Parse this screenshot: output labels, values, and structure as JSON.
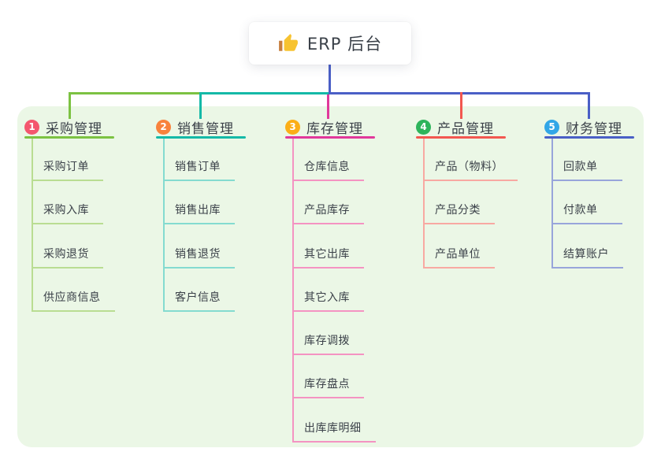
{
  "root": {
    "icon": "thumbs-up-icon",
    "title": "ERP 后台"
  },
  "branches": [
    {
      "badge": "1",
      "label": "采购管理",
      "children": [
        "采购订单",
        "采购入库",
        "采购退货",
        "供应商信息"
      ]
    },
    {
      "badge": "2",
      "label": "销售管理",
      "children": [
        "销售订单",
        "销售出库",
        "销售退货",
        "客户信息"
      ]
    },
    {
      "badge": "3",
      "label": "库存管理",
      "children": [
        "仓库信息",
        "产品库存",
        "其它出库",
        "其它入库",
        "库存调拨",
        "库存盘点",
        "出库库明细"
      ]
    },
    {
      "badge": "4",
      "label": "产品管理",
      "children": [
        "产品（物料）",
        "产品分类",
        "产品单位"
      ]
    },
    {
      "badge": "5",
      "label": "财务管理",
      "children": [
        "回款单",
        "付款单",
        "结算账户"
      ]
    }
  ],
  "colors": {
    "panel": "#ebf7e6",
    "text_dark": "#3b4149",
    "root_blue": "#4a5fc6",
    "b1": "#7cc242",
    "b1_light": "#b9dd92",
    "b1_badge": "#f4566e",
    "b2": "#14b9a7",
    "b2_light": "#84dbd0",
    "b2_badge": "#f8823c",
    "b3": "#e1389b",
    "b3_light": "#f493c2",
    "b3_badge": "#fbae17",
    "b4": "#f25750",
    "b4_light": "#f8a9a2",
    "b4_badge": "#2db45b",
    "b5": "#4a5fc6",
    "b5_light": "#98a5db",
    "b5_badge": "#31a6e7",
    "thumb_hand": "#f7c331",
    "thumb_cuff": "#c77f3f"
  }
}
